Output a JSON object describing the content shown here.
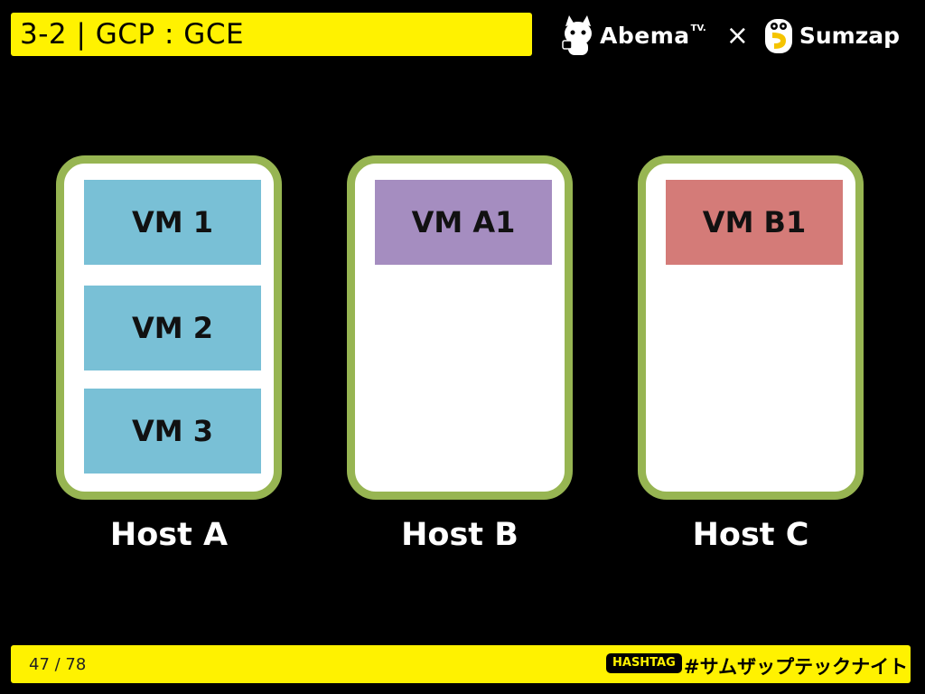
{
  "header": {
    "title": "3-2 | GCP : GCE",
    "logos": {
      "abema_word": "Abema",
      "abema_tv": "TV.",
      "separator": "×",
      "sumzap_word": "Sumzap"
    }
  },
  "diagram": {
    "hosts": [
      {
        "label": "Host A",
        "vms": [
          {
            "label": "VM 1",
            "color": "#79c0d6"
          },
          {
            "label": "VM 2",
            "color": "#79c0d6"
          },
          {
            "label": "VM 3",
            "color": "#79c0d6"
          }
        ]
      },
      {
        "label": "Host B",
        "vms": [
          {
            "label": "VM A1",
            "color": "#a58dc0"
          }
        ]
      },
      {
        "label": "Host C",
        "vms": [
          {
            "label": "VM B1",
            "color": "#d47b78"
          }
        ]
      }
    ],
    "host_border_color": "#97b552"
  },
  "footer": {
    "page": "47 / 78",
    "hashtag_badge": "HASHTAG",
    "hashtag": "#サムザップテックナイト"
  }
}
